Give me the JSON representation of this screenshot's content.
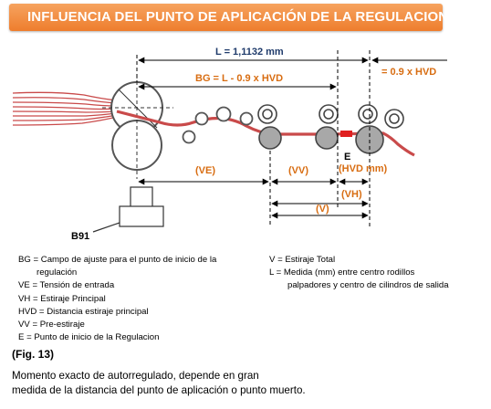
{
  "title": "INFLUENCIA  DEL PUNTO DE APLICACIÓN DE LA REGULACION",
  "dims": {
    "L": "L = 1,1132  mm",
    "BG": "BG = L  - 0.9 x HVD",
    "HVD_factor": "= 0.9 x HVD"
  },
  "zones": {
    "VE": "(VE)",
    "VV": "(VV)",
    "HVD": "(HVD  mm)",
    "VH": "(VH)",
    "V": "(V)",
    "E": "E",
    "B91": "B91"
  },
  "legend_left": {
    "bg_line1": "BG = Campo de ajuste para el punto de inicio de la",
    "bg_line2": "regulación",
    "ve": "VE = Tensión de entrada",
    "vh": "VH = Estiraje Principal",
    "hvd": "HVD = Distancia estiraje principal",
    "vv": "VV  = Pre-estiraje",
    "e": "E = Punto de inicio de la Regulacion"
  },
  "legend_right": {
    "v": "V = Estiraje  Total",
    "l_line1": "L =  Medida (mm) entre centro rodillos",
    "l_line2": "palpadores y centro de cilindros de salida"
  },
  "figure": {
    "tag": "(Fig. 13)",
    "caption_line1": "Momento exacto de autorregulado, depende en gran",
    "caption_line2": "medida de la distancia del punto de aplicación o punto muerto."
  },
  "colors": {
    "title_bg": "#ee7d2d",
    "dim_navy": "#1f3b6b",
    "dim_orange": "#d86d12",
    "sliver": "#c94a4a",
    "marker": "#e02020",
    "roller_fill": "#a8a8a8"
  }
}
